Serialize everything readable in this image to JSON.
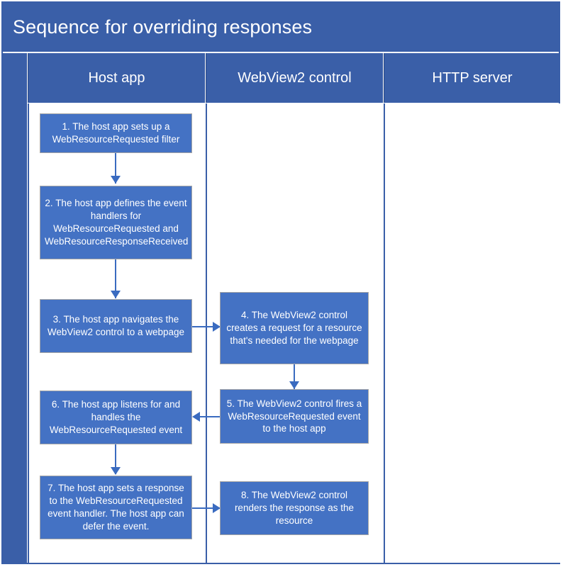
{
  "diagram": {
    "title": "Sequence for overriding responses",
    "type": "swimlane-flowchart",
    "colors": {
      "header_blue": "#3A5FA8",
      "node_blue": "#4472C4",
      "connector_blue": "#3A6BC0",
      "node_border": "#A6A6A6",
      "background": "#FFFFFF",
      "text": "#FFFFFF"
    },
    "lanes": [
      {
        "id": "host-app",
        "label": "Host app"
      },
      {
        "id": "webview2-control",
        "label": "WebView2 control"
      },
      {
        "id": "http-server",
        "label": "HTTP server"
      }
    ],
    "nodes": [
      {
        "id": "step-1",
        "lane": "host-app",
        "text": "1. The host app sets up a WebResourceRequested filter"
      },
      {
        "id": "step-2",
        "lane": "host-app",
        "text": "2. The host app defines the event handlers for WebResourceRequested and WebResourceResponseReceived"
      },
      {
        "id": "step-3",
        "lane": "host-app",
        "text": "3. The host app navigates the WebView2 control to a webpage"
      },
      {
        "id": "step-4",
        "lane": "webview2-control",
        "text": "4. The WebView2 control creates a request for a resource that's needed for the webpage"
      },
      {
        "id": "step-5",
        "lane": "webview2-control",
        "text": "5. The WebView2 control fires a WebResourceRequested event to the host app"
      },
      {
        "id": "step-6",
        "lane": "host-app",
        "text": "6. The host app listens for and handles the WebResourceRequested event"
      },
      {
        "id": "step-7",
        "lane": "host-app",
        "text": "7. The host app sets a response to the WebResourceRequested event handler. The host app can defer the event."
      },
      {
        "id": "step-8",
        "lane": "webview2-control",
        "text": "8. The WebView2 control renders the response as the resource"
      }
    ],
    "edges": [
      {
        "from": "step-1",
        "to": "step-2",
        "direction": "down"
      },
      {
        "from": "step-2",
        "to": "step-3",
        "direction": "down"
      },
      {
        "from": "step-3",
        "to": "step-4",
        "direction": "right"
      },
      {
        "from": "step-4",
        "to": "step-5",
        "direction": "down"
      },
      {
        "from": "step-5",
        "to": "step-6",
        "direction": "left"
      },
      {
        "from": "step-6",
        "to": "step-7",
        "direction": "down"
      },
      {
        "from": "step-7",
        "to": "step-8",
        "direction": "right"
      }
    ]
  }
}
